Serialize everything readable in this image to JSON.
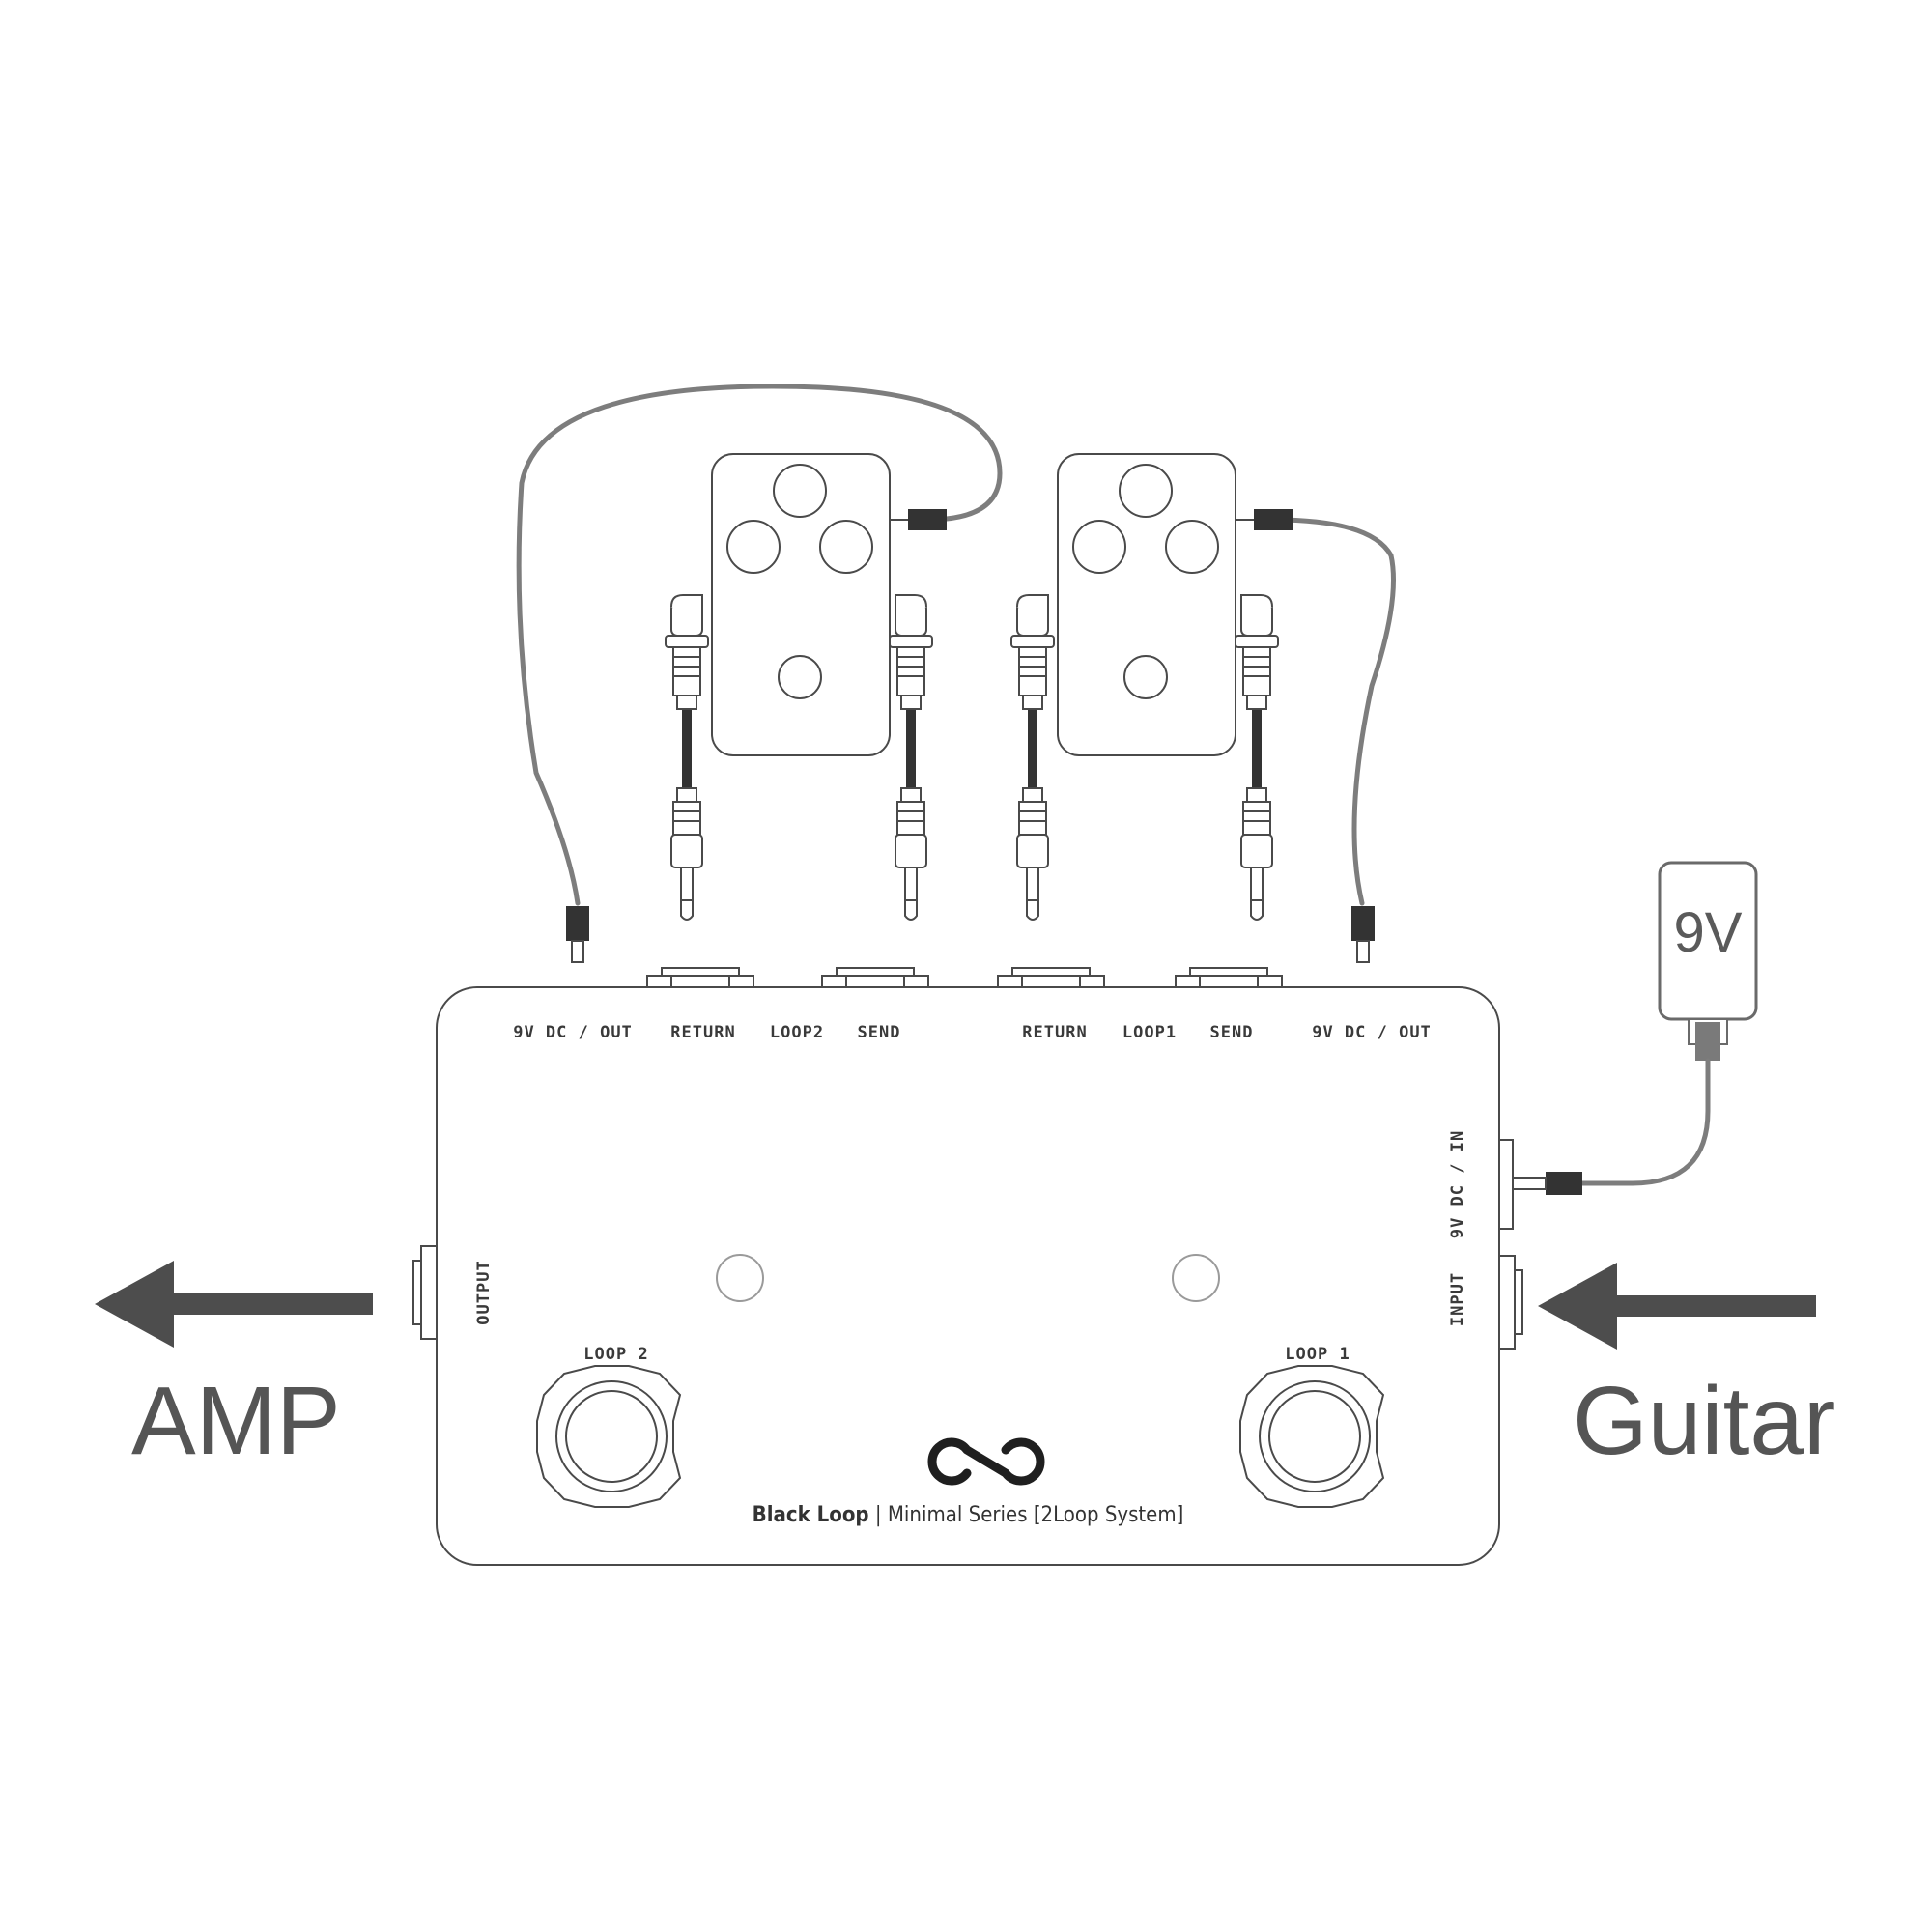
{
  "device": {
    "jack_labels": {
      "dc_out_left": "9V DC / OUT",
      "return_loop2": "RETURN",
      "loop2": "LOOP2",
      "send_loop2": "SEND",
      "return_loop1": "RETURN",
      "loop1": "LOOP1",
      "send_loop1": "SEND",
      "dc_out_right": "9V DC / OUT"
    },
    "side_labels": {
      "output": "OUTPUT",
      "dc_in": "9V DC / IN",
      "input": "INPUT"
    },
    "footswitch_labels": {
      "loop2": "LOOP 2",
      "loop1": "LOOP 1"
    },
    "brand": {
      "name": "Black Loop",
      "separator": " | ",
      "series": "Minimal Series [2Loop System]"
    }
  },
  "power_supply": {
    "label": "9V"
  },
  "signal_flow": {
    "output_destination": "AMP",
    "input_source": "Guitar"
  },
  "colors": {
    "outline": "#4a4a4a",
    "cable": "#7d7d7d",
    "arrow": "#4d4d4d",
    "text": "#3a3a3a"
  }
}
